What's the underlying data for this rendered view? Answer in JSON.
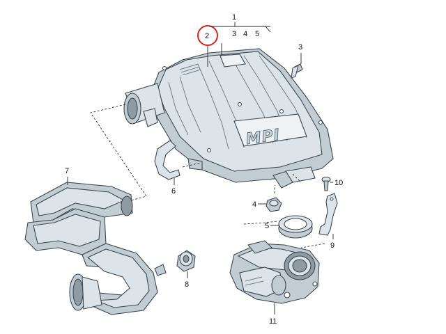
{
  "callouts": {
    "c1": "1",
    "c2": "2",
    "c3a": "3",
    "c4a": "4",
    "c5a": "5",
    "c3b": "3",
    "c4b": "4",
    "c5b": "5",
    "c6": "6",
    "c7": "7",
    "c8": "8",
    "c9": "9",
    "c10": "10",
    "c11": "11"
  },
  "emboss_text": "MPI",
  "colors": {
    "part_fill": "#dde4e9",
    "part_shade": "#c2ccd3",
    "part_light": "#eef2f5",
    "highlight_circle": "#d9221c"
  }
}
